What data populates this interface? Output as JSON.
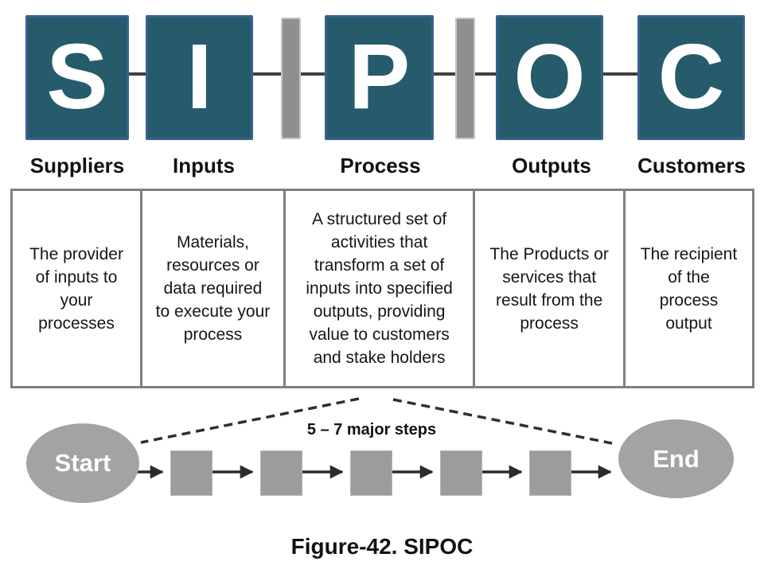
{
  "columns": [
    {
      "letter": "S",
      "label": "Suppliers",
      "description": "The provider of inputs to your processes"
    },
    {
      "letter": "I",
      "label": "Inputs",
      "description": "Materials, resources or data required to execute your process"
    },
    {
      "letter": "P",
      "label": "Process",
      "description": "A structured set of activities that transform a set of inputs into specified outputs, providing value to customers and stake holders"
    },
    {
      "letter": "O",
      "label": "Outputs",
      "description": "The Products or services that result from the process"
    },
    {
      "letter": "C",
      "label": "Customers",
      "description": "The recipient of the process output"
    }
  ],
  "flow": {
    "start_label": "Start",
    "end_label": "End",
    "steps_label": "5 – 7 major steps",
    "step_count": 5
  },
  "figure": {
    "caption": "Figure-42. SIPOC"
  },
  "colors": {
    "tile_fill": "#255b6b",
    "tile_border": "#39618c",
    "connector_line": "#404040",
    "divider_bar": "#8f8f8f",
    "table_border": "#808080",
    "flow_shape_gray": "#a0a0a0",
    "arrow": "#2b2b2b",
    "text": "#111111",
    "letter_text": "#ffffff"
  }
}
